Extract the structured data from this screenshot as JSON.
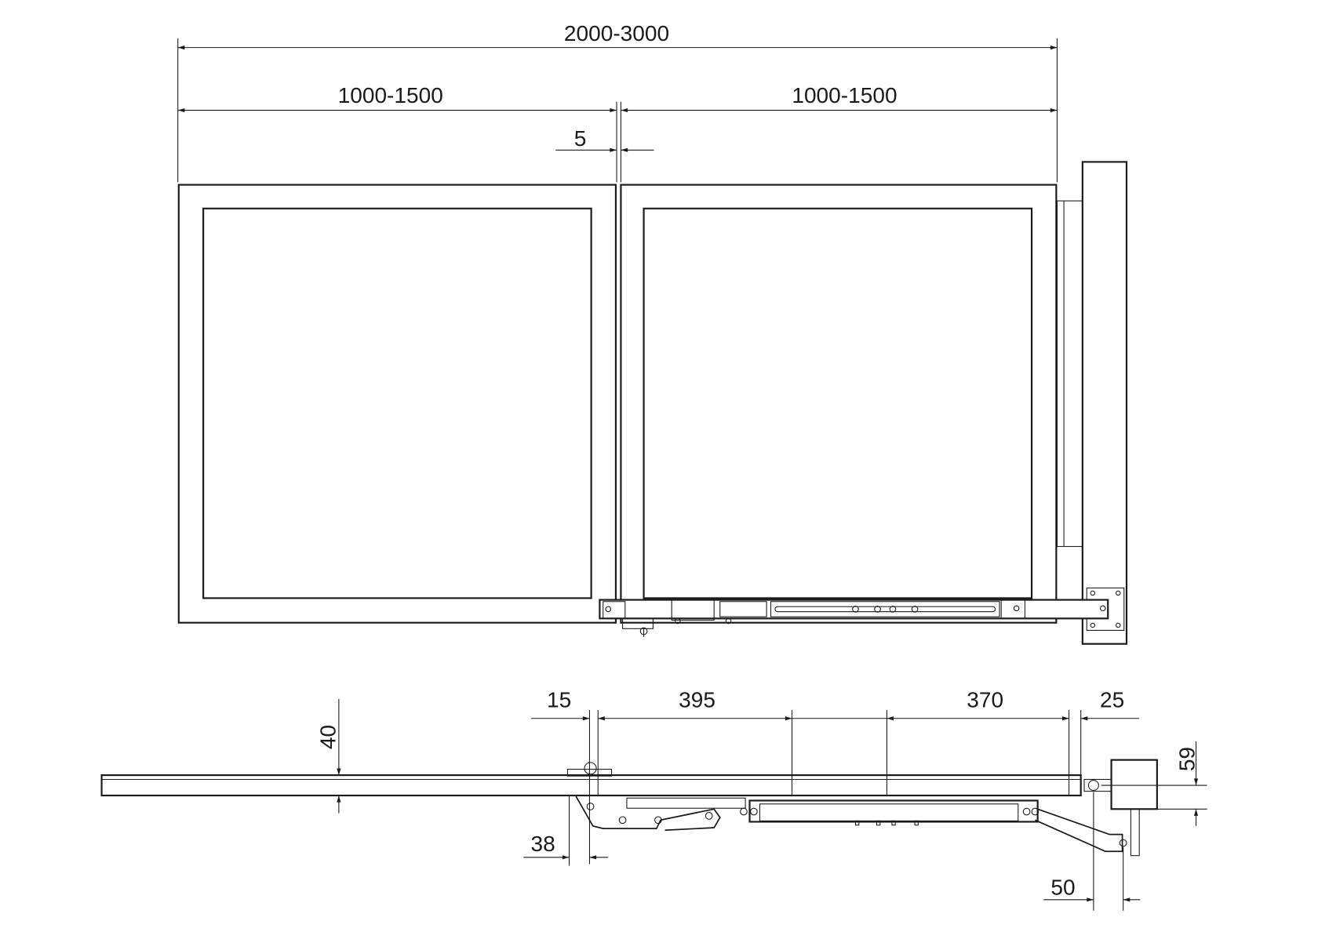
{
  "top_view": {
    "overall_width": "2000-3000",
    "left_leaf_width": "1000-1500",
    "right_leaf_width": "1000-1500",
    "gap": "5"
  },
  "section_view": {
    "dim_15": "15",
    "dim_395": "395",
    "dim_370": "370",
    "dim_25": "25",
    "dim_40": "40",
    "dim_59": "59",
    "dim_38": "38",
    "dim_50": "50"
  },
  "colors": {
    "line": "#1a1a1a",
    "background": "#ffffff"
  }
}
